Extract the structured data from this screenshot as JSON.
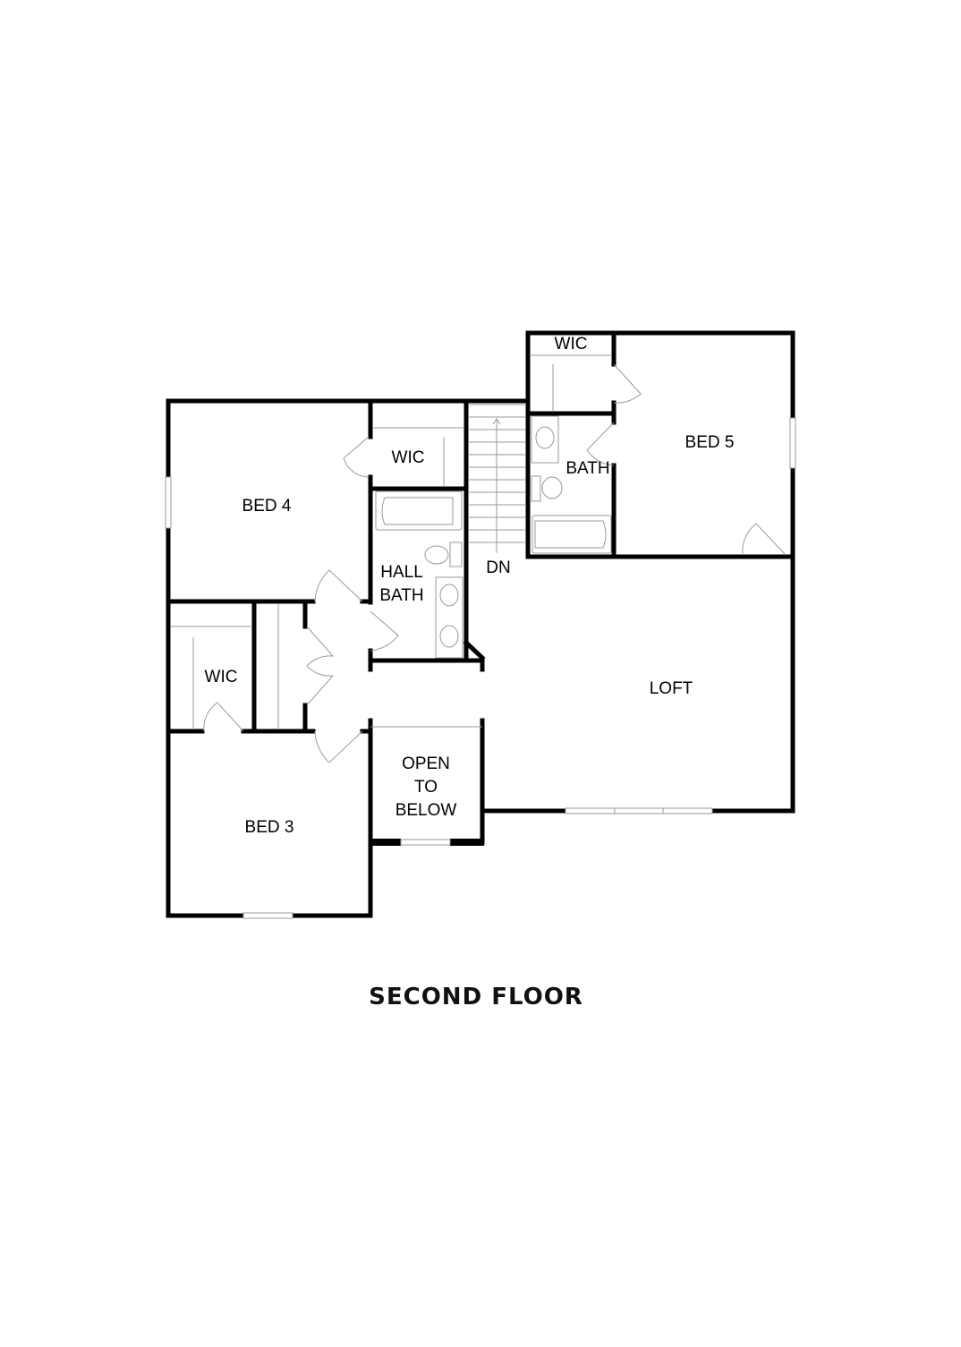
{
  "plan": {
    "title": "SECOND FLOOR",
    "rooms": {
      "wic_bed5": "WIC",
      "bed5": "BED 5",
      "bath_bed5": "BATH",
      "wic_bed4": "WIC",
      "bed4": "BED 4",
      "hall_bath_line1": "HALL",
      "hall_bath_line2": "BATH",
      "stairs": "DN",
      "loft": "LOFT",
      "wic_bed3": "WIC",
      "open_line1": "OPEN",
      "open_line2": "TO",
      "open_line3": "BELOW",
      "bed3": "BED 3"
    }
  }
}
